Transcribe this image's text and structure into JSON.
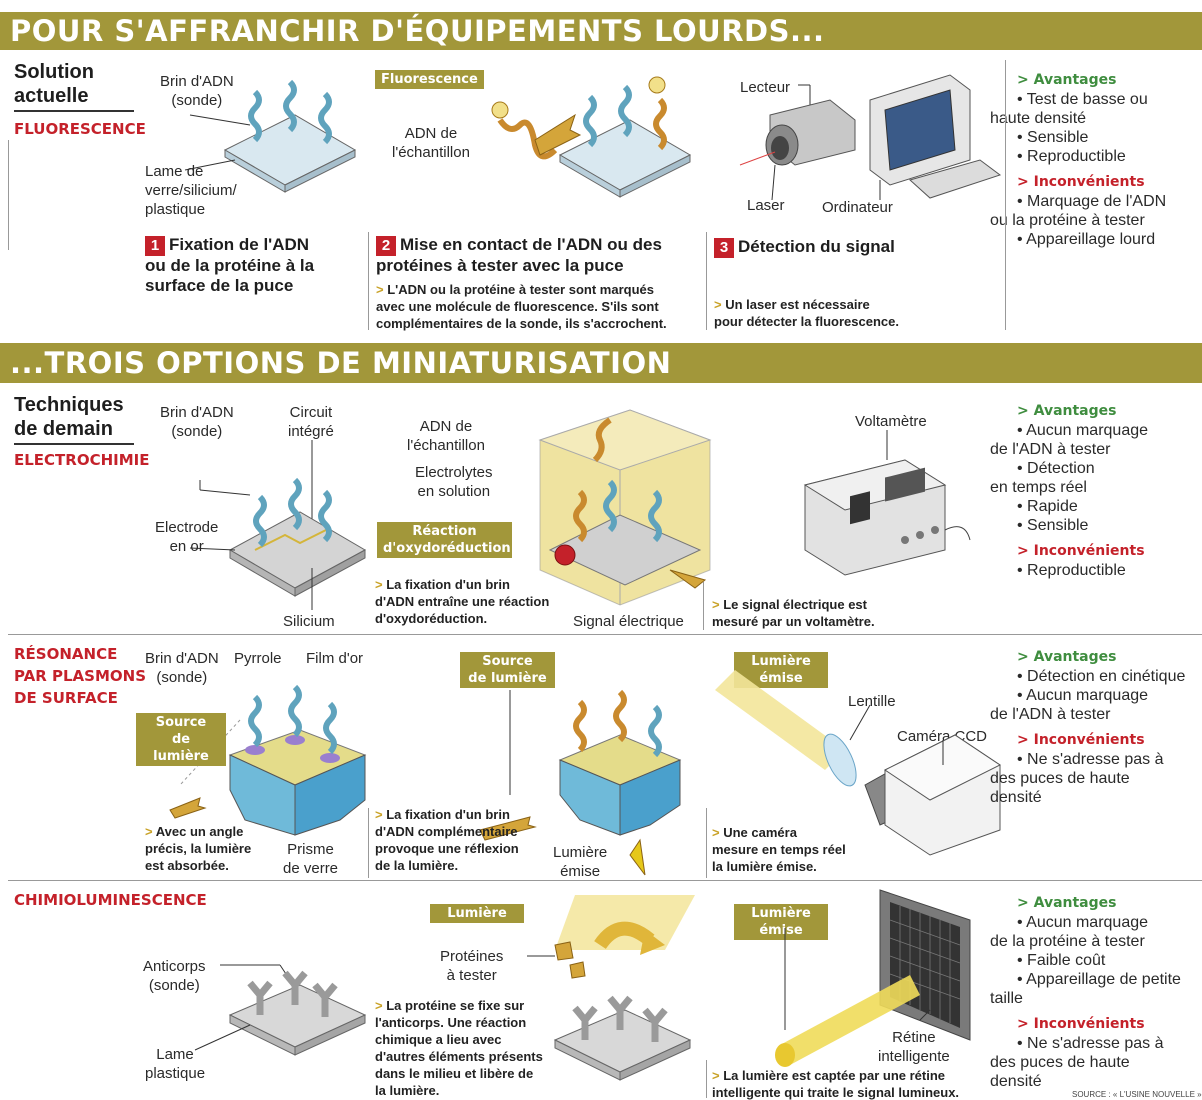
{
  "top": {
    "banner": "POUR S'AFFRANCHIR D'ÉQUIPEMENTS LOURDS...",
    "header_line1": "Solution",
    "header_line2": "actuelle",
    "tech": "FLUORESCENCE",
    "lbl_brin1": "Brin d'ADN",
    "lbl_brin2": "(sonde)",
    "lbl_lame1": "Lame de",
    "lbl_lame2": "verre/silicium/",
    "lbl_lame3": "plastique",
    "tag_fluo": "Fluorescence",
    "lbl_adn1": "ADN de",
    "lbl_adn2": "l'échantillon",
    "lbl_lecteur": "Lecteur",
    "lbl_laser": "Laser",
    "lbl_ordi": "Ordinateur",
    "step1_num": "1",
    "step1_l1": "Fixation de l'ADN",
    "step1_l2": "ou de la protéine à la",
    "step1_l3": "surface de la puce",
    "step2_num": "2",
    "step2_l1": "Mise en contact de l'ADN ou des",
    "step2_l2": "protéines à tester avec la puce",
    "step2_n1": "L'ADN ou la protéine à tester sont marqués",
    "step2_n2": "avec une molécule de fluorescence. S'ils sont",
    "step2_n3": "complémentaires de la sonde, ils s'accrochent.",
    "step3_num": "3",
    "step3_l1": "Détection du signal",
    "step3_n1": "Un laser est nécessaire",
    "step3_n2": "pour détecter la fluorescence.",
    "adv_title": "> Avantages",
    "adv": [
      "• Test de basse ou",
      "haute densité",
      "• Sensible",
      "• Reproductible"
    ],
    "inc_title": "> Inconvénients",
    "inc": [
      "• Marquage de l'ADN",
      "ou la protéine à tester",
      "• Appareillage lourd"
    ]
  },
  "bottom_banner": "...TROIS OPTIONS DE MINIATURISATION",
  "electro": {
    "header_line1": "Techniques",
    "header_line2": "de demain",
    "tech": "ELECTROCHIMIE",
    "lbl_brin1": "Brin d'ADN",
    "lbl_brin2": "(sonde)",
    "lbl_circuit1": "Circuit",
    "lbl_circuit2": "intégré",
    "lbl_electrode1": "Electrode",
    "lbl_electrode2": "en or",
    "lbl_silicium": "Silicium",
    "lbl_adn1": "ADN de",
    "lbl_adn2": "l'échantillon",
    "lbl_electrolytes1": "Electrolytes",
    "lbl_electrolytes2": "en solution",
    "tag_reaction1": "Réaction",
    "tag_reaction2": "d'oxydoréduction",
    "note1_l1": "La fixation d'un brin",
    "note1_l2": "d'ADN entraîne une réaction",
    "note1_l3": "d'oxydoréduction.",
    "lbl_signal": "Signal électrique",
    "lbl_voltametre": "Voltamètre",
    "note2_l1": "Le signal électrique est",
    "note2_l2": "mesuré par un voltamètre.",
    "adv_title": "> Avantages",
    "adv": [
      "• Aucun marquage",
      "de l'ADN à tester",
      "• Détection",
      "en temps réel",
      "• Rapide",
      "• Sensible"
    ],
    "inc_title": "> Inconvénients",
    "inc": [
      "• Reproductible"
    ]
  },
  "spr": {
    "tech_l1": "RÉSONANCE",
    "tech_l2": "PAR PLASMONS",
    "tech_l3": "DE SURFACE",
    "lbl_brin1": "Brin d'ADN",
    "lbl_brin2": "(sonde)",
    "lbl_pyrrole": "Pyrrole",
    "lbl_film": "Film d'or",
    "tag_source1a": "Source",
    "tag_source1b": "de lumière",
    "note1_l1": "Avec un angle",
    "note1_l2": "précis, la lumière",
    "note1_l3": "est absorbée.",
    "lbl_prisme1": "Prisme",
    "lbl_prisme2": "de verre",
    "tag_source2a": "Source",
    "tag_source2b": "de lumière",
    "note2_l1": "La fixation d'un brin",
    "note2_l2": "d'ADN complémentaire",
    "note2_l3": "provoque une réflexion",
    "note2_l4": "de la lumière.",
    "lbl_lum1": "Lumière",
    "lbl_lum2": "émise",
    "tag_lum1": "Lumière",
    "tag_lum2": "émise",
    "lbl_lentille": "Lentille",
    "lbl_camera": "Caméra CCD",
    "note3_l1": "Une caméra",
    "note3_l2": "mesure en temps réel",
    "note3_l3": "la lumière émise.",
    "adv_title": "> Avantages",
    "adv": [
      "• Détection en cinétique",
      "• Aucun marquage",
      "de l'ADN à tester"
    ],
    "inc_title": "> Inconvénients",
    "inc": [
      "• Ne s'adresse pas à",
      "des puces de haute",
      "densité"
    ]
  },
  "chimio": {
    "tech": "CHIMIOLUMINESCENCE",
    "lbl_anti1": "Anticorps",
    "lbl_anti2": "(sonde)",
    "lbl_lame1": "Lame",
    "lbl_lame2": "plastique",
    "tag_lumiere": "Lumière",
    "lbl_prot1": "Protéines",
    "lbl_prot2": "à tester",
    "note1_l1": "La protéine se fixe sur",
    "note1_l2": "l'anticorps. Une réaction",
    "note1_l3": "chimique a lieu avec",
    "note1_l4": "d'autres éléments présents",
    "note1_l5": "dans le milieu et libère de",
    "note1_l6": "la lumière.",
    "tag_lum1": "Lumière",
    "tag_lum2": "émise",
    "lbl_retine1": "Rétine",
    "lbl_retine2": "intelligente",
    "note2_l1": "La lumière est captée par une rétine",
    "note2_l2": "intelligente qui traite le signal lumineux.",
    "adv_title": "> Avantages",
    "adv": [
      "• Aucun marquage",
      "de la protéine à tester",
      "• Faible coût",
      "• Appareillage de petite",
      "taille"
    ],
    "inc_title": "> Inconvénients",
    "inc": [
      "• Ne s'adresse pas à",
      "des puces de haute",
      "densité"
    ],
    "source": "SOURCE : « L'USINE NOUVELLE »"
  },
  "colors": {
    "banner": "#a2973a",
    "red": "#c4212a",
    "green": "#3f8d3f",
    "dna_blue": "#5fa3bd",
    "dna_orange": "#c98a2e"
  }
}
